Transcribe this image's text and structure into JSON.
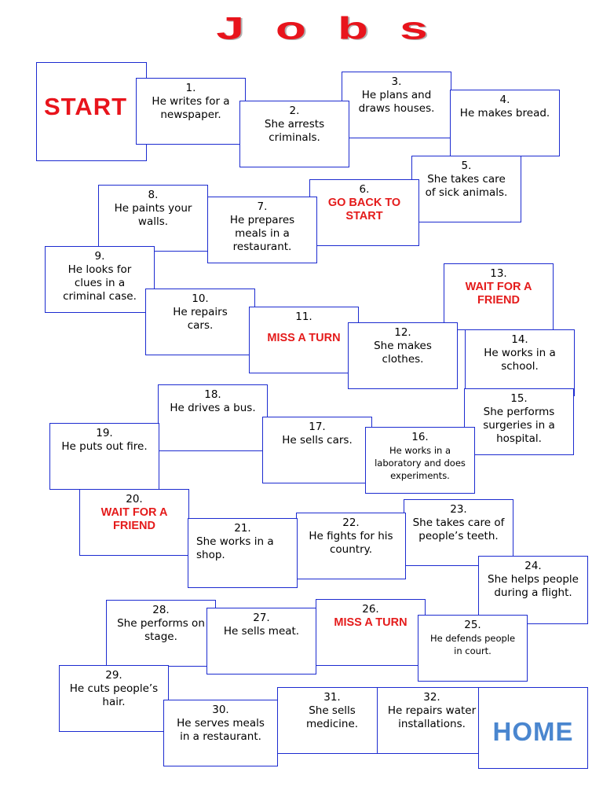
{
  "title": "Jobs",
  "start_label": "START",
  "home_label": "HOME",
  "colors": {
    "title": "#e8141c",
    "border": "#1c2bd0",
    "special": "#e41b1b",
    "home": "#4a86cf"
  },
  "squares": [
    {
      "num": "1.",
      "text": "He writes for a newspaper."
    },
    {
      "num": "2.",
      "text": "She arrests criminals."
    },
    {
      "num": "3.",
      "text": "He plans  and draws houses."
    },
    {
      "num": "4.",
      "text": "He makes bread."
    },
    {
      "num": "5.",
      "text": "She takes care of sick animals."
    },
    {
      "num": "6.",
      "text": "GO BACK TO START"
    },
    {
      "num": "7.",
      "text": "He prepares meals in a restaurant."
    },
    {
      "num": "8.",
      "text": "He paints your walls."
    },
    {
      "num": "9.",
      "text": "He looks for clues in a criminal case."
    },
    {
      "num": "10.",
      "text": "He repairs cars."
    },
    {
      "num": "11.",
      "text": "MISS A TURN"
    },
    {
      "num": "12.",
      "text": "She makes clothes."
    },
    {
      "num": "13.",
      "text": "WAIT FOR A FRIEND"
    },
    {
      "num": "14.",
      "text": "He works in a school."
    },
    {
      "num": "15.",
      "text": "She performs surgeries in a hospital."
    },
    {
      "num": "16.",
      "text": "He works in a laboratory and does experiments."
    },
    {
      "num": "17.",
      "text": "He sells cars."
    },
    {
      "num": "18.",
      "text": "He drives a bus."
    },
    {
      "num": "19.",
      "text": "He puts out fire."
    },
    {
      "num": "20.",
      "text": "WAIT FOR A FRIEND"
    },
    {
      "num": "21.",
      "text": "She works in a shop."
    },
    {
      "num": "22.",
      "text": "He fights for his country."
    },
    {
      "num": "23.",
      "text": "She takes care of people’s teeth."
    },
    {
      "num": "24.",
      "text": "She helps people during a flight."
    },
    {
      "num": "25.",
      "text": "He defends people in court."
    },
    {
      "num": "26.",
      "text": "MISS A TURN"
    },
    {
      "num": "27.",
      "text": "He sells meat."
    },
    {
      "num": "28.",
      "text": "She performs on stage."
    },
    {
      "num": "29.",
      "text": "He cuts people’s hair."
    },
    {
      "num": "30.",
      "text": "He serves meals in a restaurant."
    },
    {
      "num": "31.",
      "text": "She sells medicine."
    },
    {
      "num": "32.",
      "text": "He repairs water installations."
    }
  ]
}
